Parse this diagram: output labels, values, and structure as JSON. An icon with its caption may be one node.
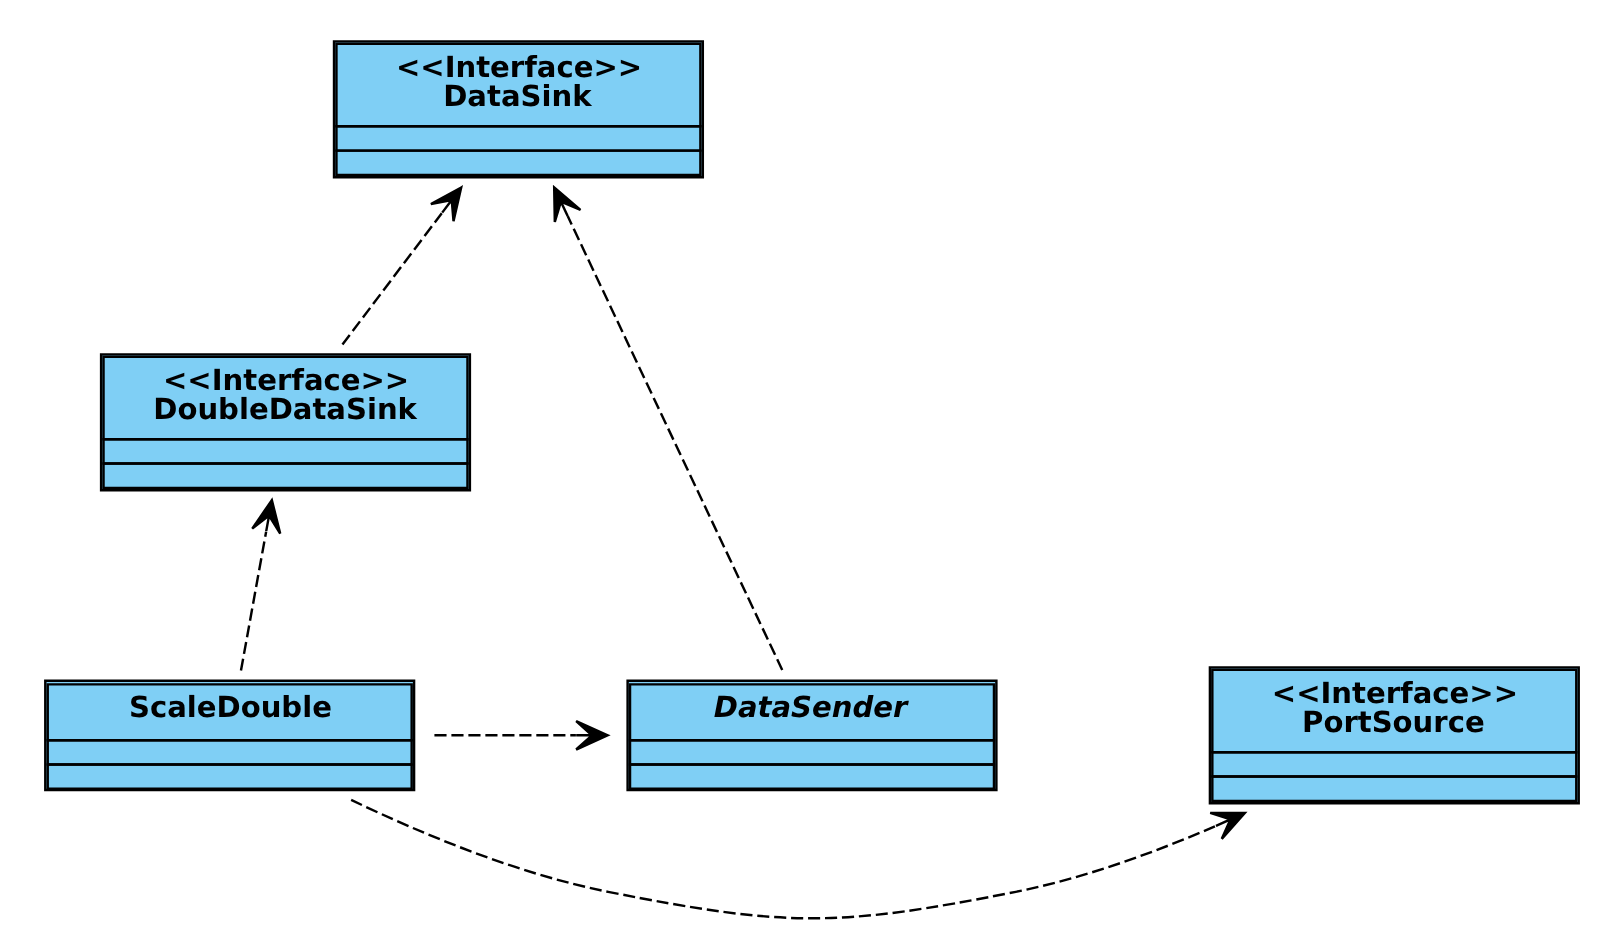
{
  "diagram": {
    "nodes": [
      {
        "text": [
          "<<Interface>>",
          "DataSink"
        ]
      },
      {
        "text": [
          "<<Interface>>",
          "DoubleDataSink"
        ]
      },
      {
        "text": [
          "DataSender"
        ]
      },
      {
        "text": [
          "ScaleDouble"
        ]
      },
      {
        "text": [
          "<<Interface>>",
          "PortSource"
        ]
      }
    ],
    "edges": [
      {
        "from": 2,
        "to": 0,
        "arrow": "to",
        "style": "dashed"
      },
      {
        "from": 1,
        "to": 0,
        "arrow": "to",
        "style": "dashed"
      },
      {
        "from": 3,
        "to": 1,
        "arrow": "to",
        "style": "dashed"
      },
      {
        "from": 3,
        "to": 2,
        "arrow": "to",
        "style": "dashed"
      },
      {
        "from": 3,
        "to": 4,
        "arrow": "to",
        "style": "dashed"
      }
    ]
  }
}
